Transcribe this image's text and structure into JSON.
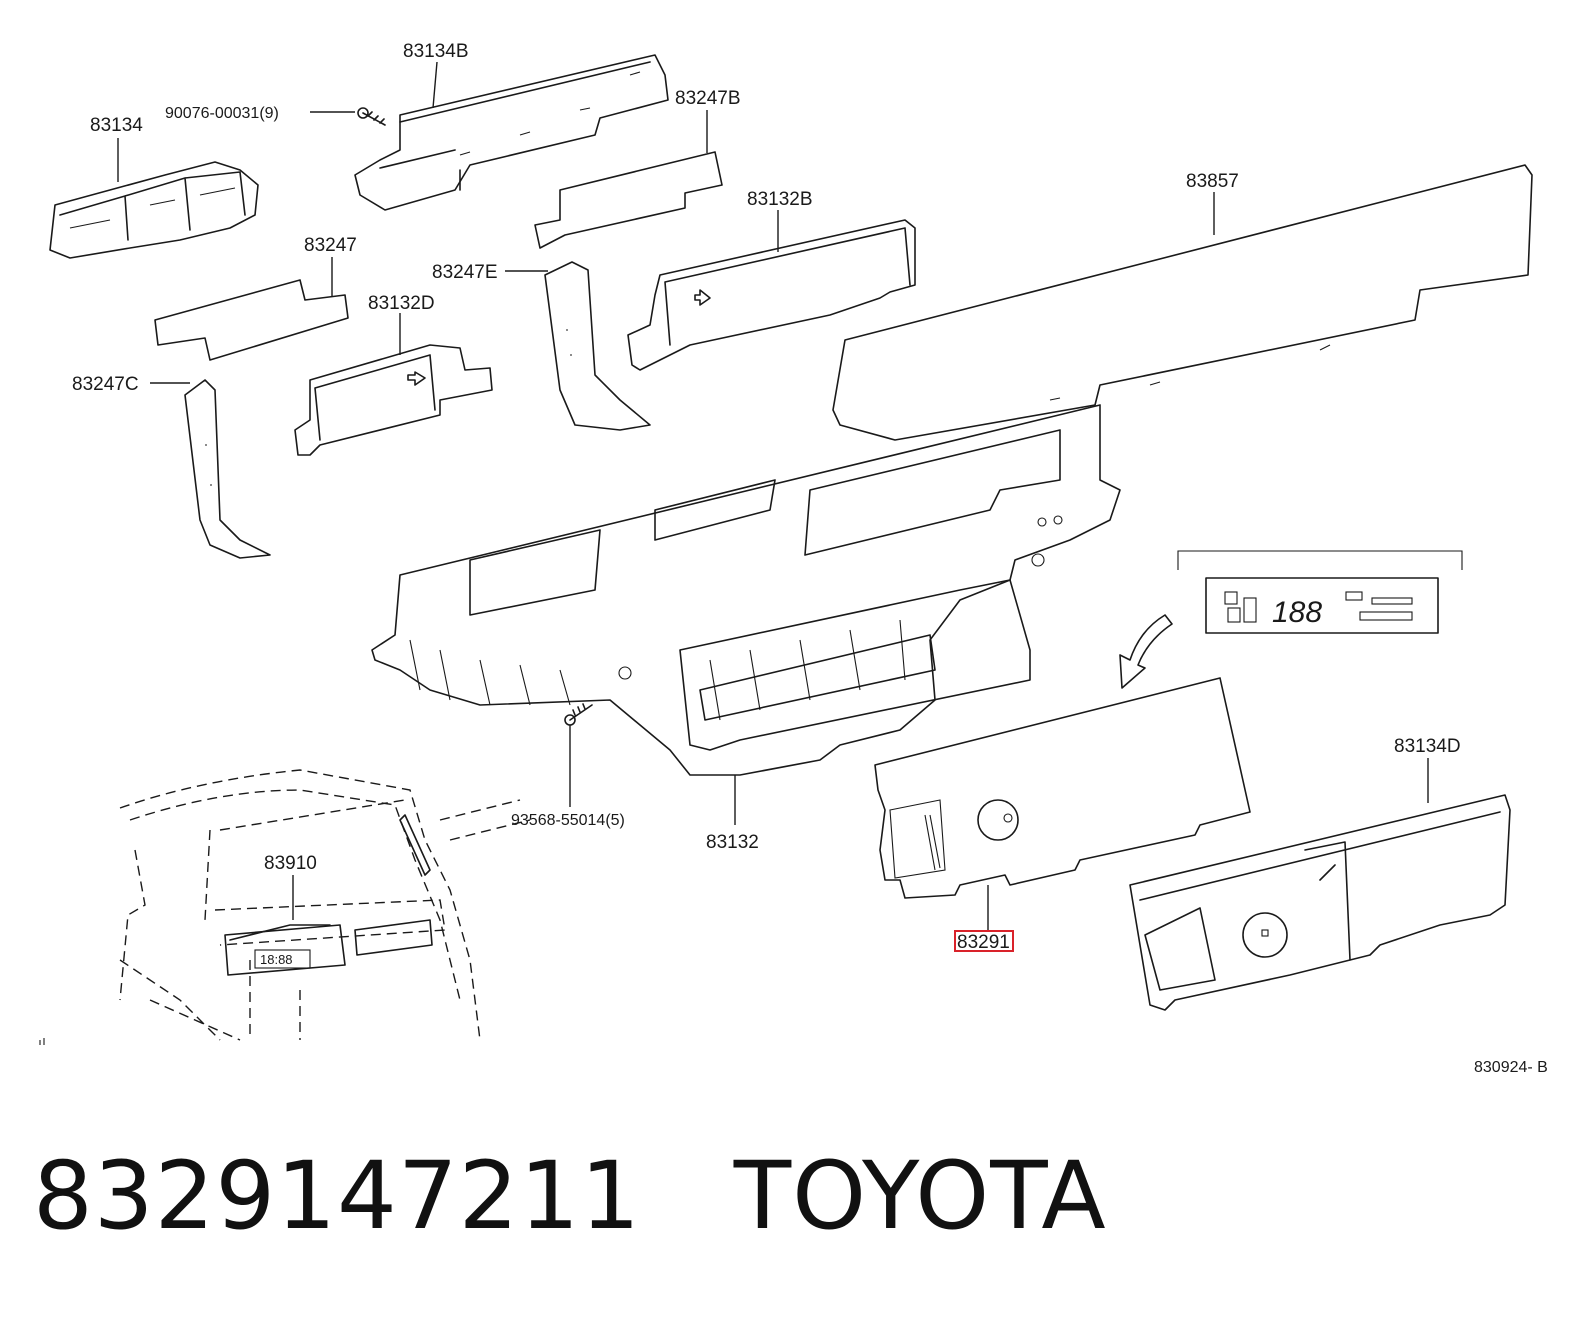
{
  "diagram": {
    "code": "830924- B",
    "highlight_color": "#d9222a",
    "parts": [
      {
        "id": "p83134",
        "label": "83134"
      },
      {
        "id": "p90076",
        "label": "90076-00031(9)"
      },
      {
        "id": "p83134B",
        "label": "83134B"
      },
      {
        "id": "p83247B",
        "label": "83247B"
      },
      {
        "id": "p83857",
        "label": "83857"
      },
      {
        "id": "p83132B",
        "label": "83132B"
      },
      {
        "id": "p83247",
        "label": "83247"
      },
      {
        "id": "p83247E",
        "label": "83247E"
      },
      {
        "id": "p83132D",
        "label": "83132D"
      },
      {
        "id": "p83247C",
        "label": "83247C"
      },
      {
        "id": "p93568",
        "label": "93568-55014(5)"
      },
      {
        "id": "p83132",
        "label": "83132"
      },
      {
        "id": "p83910",
        "label": "83910"
      },
      {
        "id": "p83291",
        "label": "83291",
        "highlighted": true
      },
      {
        "id": "p83134D",
        "label": "83134D"
      }
    ]
  },
  "caption": {
    "part_number": "8329147211",
    "brand": "TOYOTA"
  }
}
